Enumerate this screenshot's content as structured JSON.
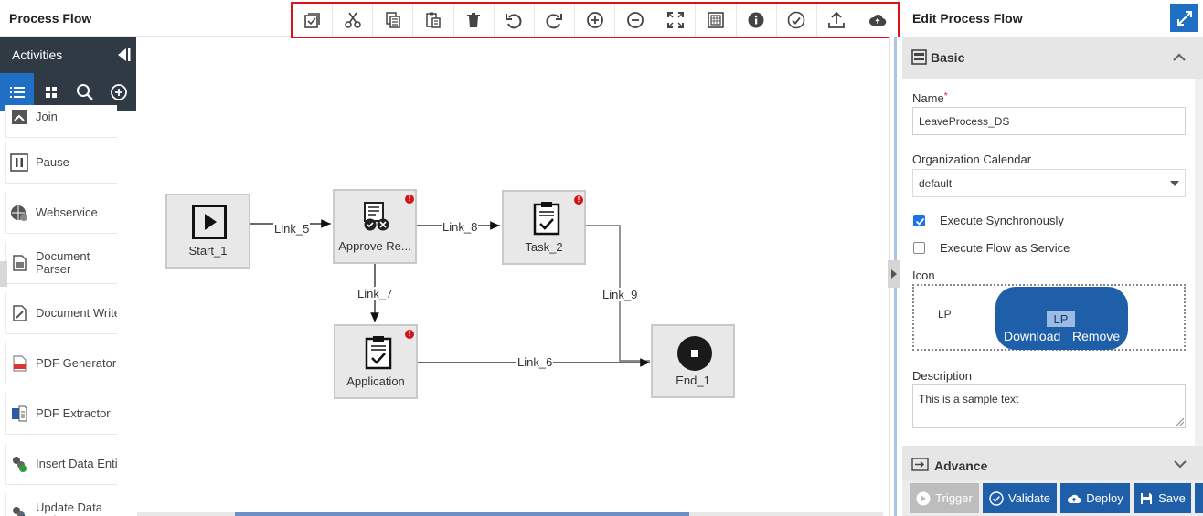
{
  "header": {
    "title": "Process Flow"
  },
  "toolbar": {
    "icons": [
      "select-all-icon",
      "cut-icon",
      "copy-icon",
      "paste-icon",
      "delete-icon",
      "undo-icon",
      "redo-icon",
      "zoom-in-icon",
      "zoom-out-icon",
      "fit-to-screen-icon",
      "grid-icon",
      "info-icon",
      "check-icon",
      "upload-icon",
      "cloud-icon"
    ]
  },
  "palette": {
    "title": "Activities",
    "tabs": [
      "list-icon",
      "grid-icon",
      "search-icon",
      "add-icon"
    ],
    "items": [
      {
        "label": "Join",
        "icon": "join-icon"
      },
      {
        "label": "Pause",
        "icon": "pause-icon"
      },
      {
        "label": "Webservice",
        "icon": "webservice-icon"
      },
      {
        "label": "Document\nParser",
        "icon": "document-parser-icon"
      },
      {
        "label": "Document Writer",
        "icon": "document-writer-icon"
      },
      {
        "label": "PDF Generator",
        "icon": "pdf-generator-icon"
      },
      {
        "label": "PDF Extractor",
        "icon": "pdf-extractor-icon"
      },
      {
        "label": "Insert Data Entity",
        "icon": "insert-data-icon"
      },
      {
        "label": "Update Data\nEntity",
        "icon": "update-data-icon"
      }
    ]
  },
  "flow": {
    "nodes": [
      {
        "id": "start",
        "label": "Start_1",
        "icon": "play-icon",
        "error": false
      },
      {
        "id": "approve",
        "label": "Approve Re...",
        "icon": "approval-icon",
        "error": true
      },
      {
        "id": "task",
        "label": "Task_2",
        "icon": "clipboard-check-icon",
        "error": true
      },
      {
        "id": "application",
        "label": "Application",
        "icon": "clipboard-check-icon",
        "error": true
      },
      {
        "id": "end",
        "label": "End_1",
        "icon": "stop-icon",
        "error": false
      }
    ],
    "links": [
      "Link_5",
      "Link_8",
      "Link_7",
      "Link_9",
      "Link_6"
    ]
  },
  "panel": {
    "title": "Edit Process Flow",
    "basic": {
      "title": "Basic",
      "name_label": "Name",
      "required_mark": "*",
      "name_value": "LeaveProcess_DS",
      "calendar_label": "Organization Calendar",
      "calendar_value": "default",
      "exec_sync_label": "Execute Synchronously",
      "exec_sync_checked": true,
      "exec_service_label": "Execute Flow as Service",
      "exec_service_checked": false,
      "icon_label": "Icon",
      "icon_text": "LP",
      "icon_badge": "LP",
      "download_label": "Download",
      "remove_label": "Remove",
      "description_label": "Description",
      "description_value": "This is a sample text"
    },
    "advance": {
      "title": "Advance"
    },
    "buttons": {
      "trigger": "Trigger",
      "validate": "Validate",
      "deploy": "Deploy",
      "save": "Save"
    }
  },
  "colors": {
    "accent": "#1f5faa",
    "toolbar_border": "#e0101a",
    "error": "#d2141b",
    "palette_header": "#2f3a45"
  }
}
